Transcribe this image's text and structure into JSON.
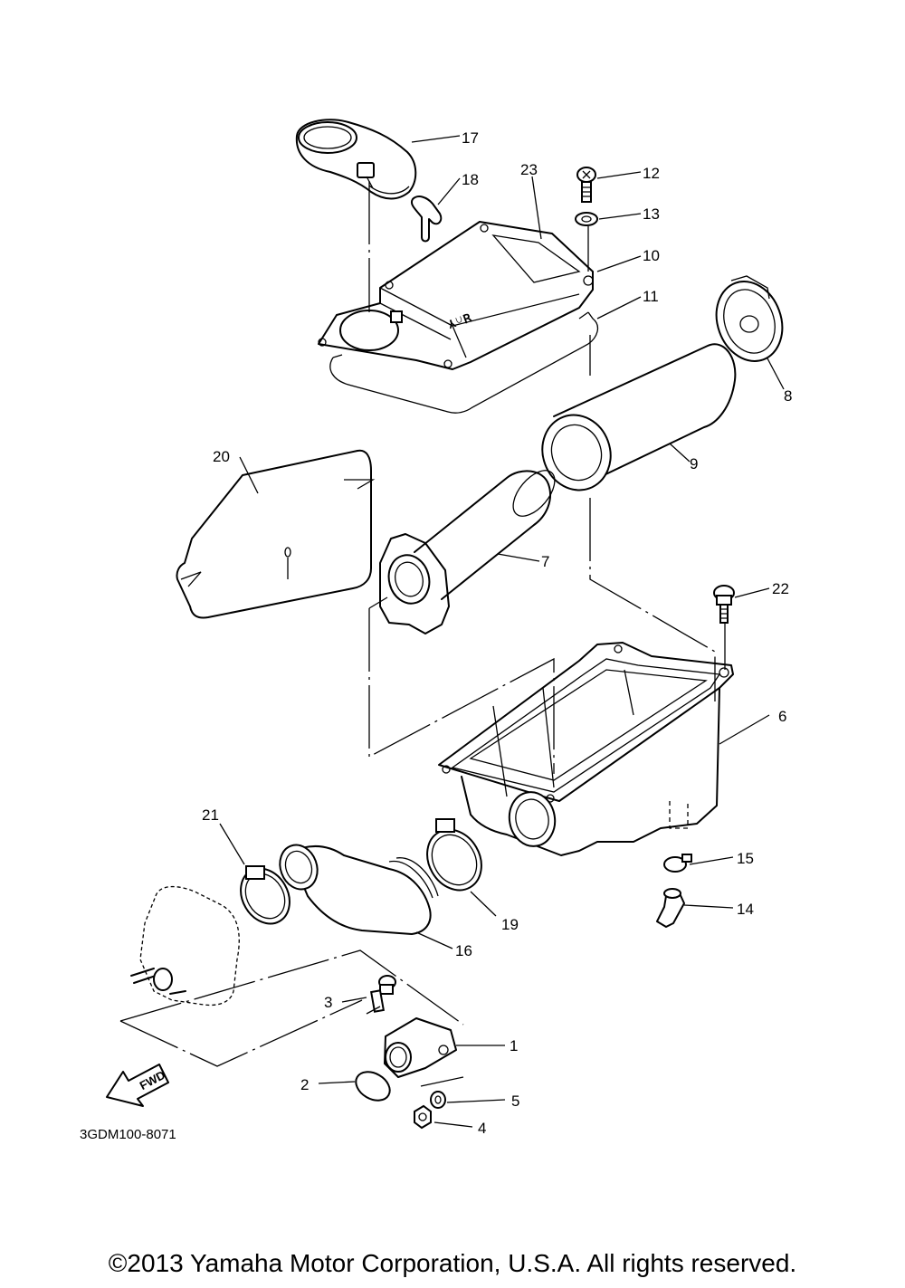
{
  "diagram_code": "3GDM100-8071",
  "copyright": "©2013 Yamaha Motor Corporation, U.S.A. All rights reserved.",
  "direction_label": "FWD",
  "lid_marking": "ꓤ∩Y",
  "part_numbers": {
    "p1": "1",
    "p2": "2",
    "p3": "3",
    "p4": "4",
    "p5": "5",
    "p6": "6",
    "p7": "7",
    "p8": "8",
    "p9": "9",
    "p10": "10",
    "p11": "11",
    "p12": "12",
    "p13": "13",
    "p14": "14",
    "p15": "15",
    "p16": "16",
    "p17": "17",
    "p18": "18",
    "p19": "19",
    "p20": "20",
    "p21": "21",
    "p22": "22",
    "p23": "23"
  }
}
